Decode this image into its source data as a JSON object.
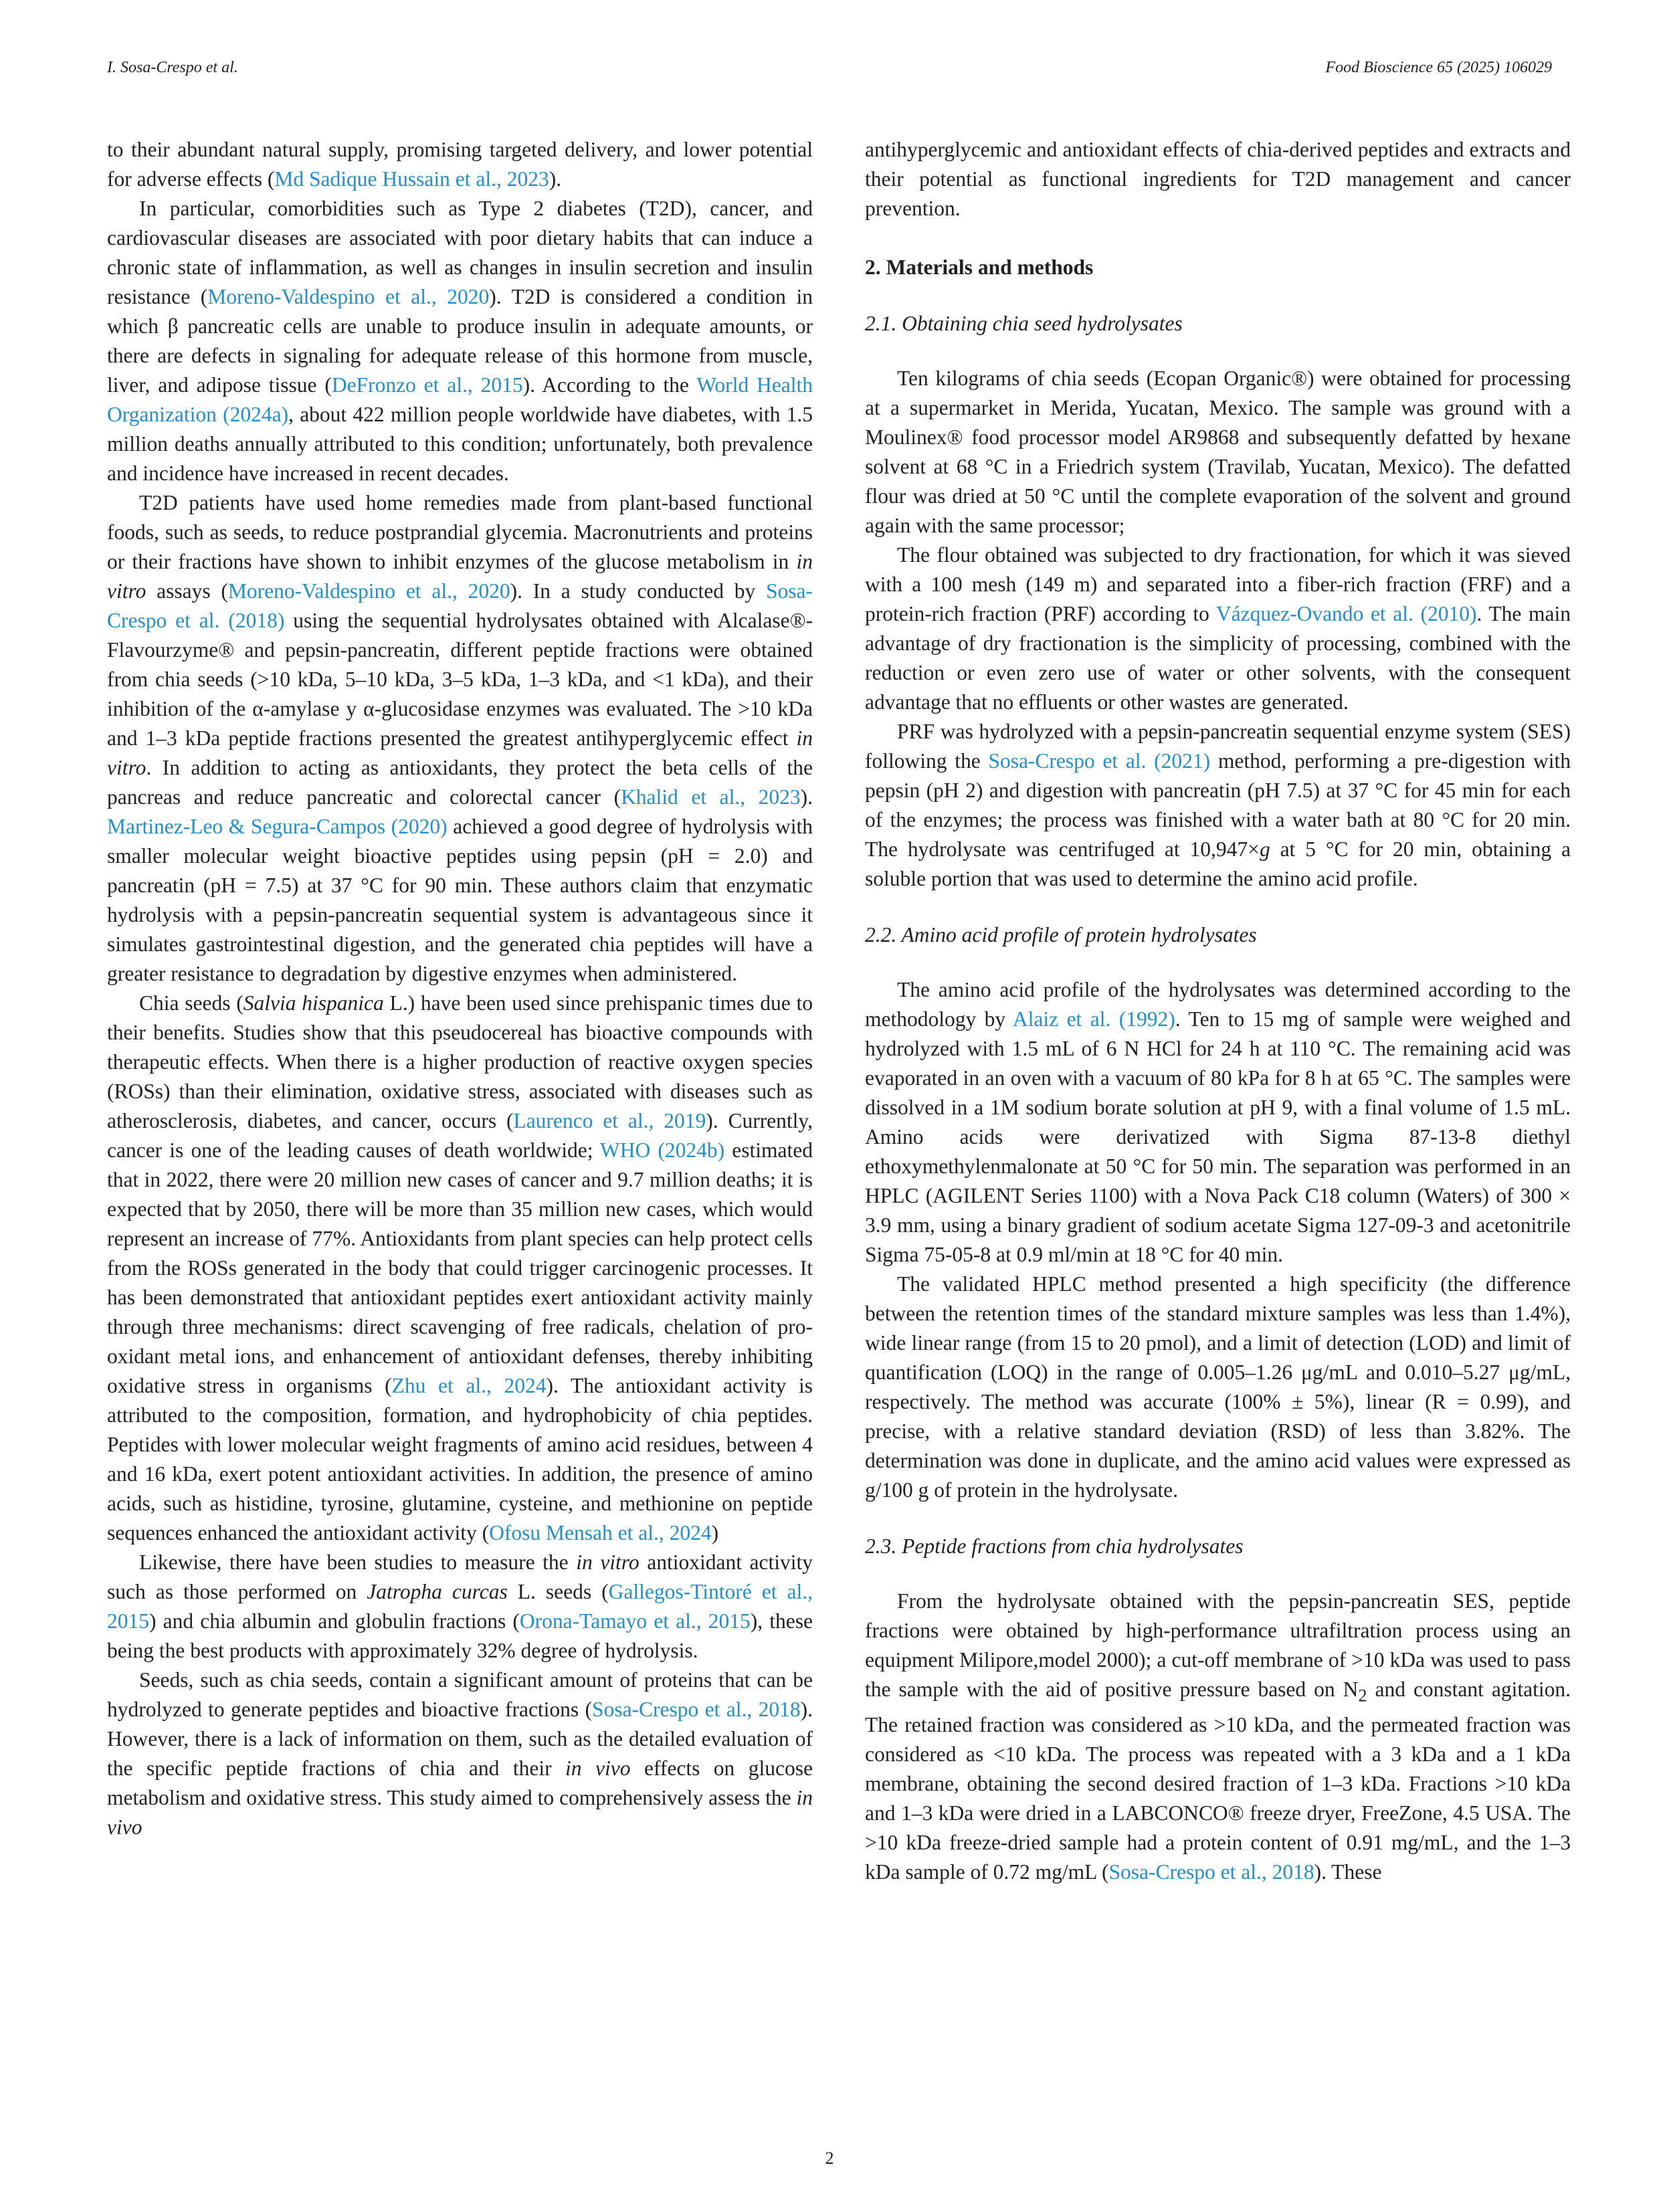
{
  "header": {
    "left": "I. Sosa-Crespo et al.",
    "right": "Food Bioscience 65 (2025) 106029"
  },
  "page_number": "2",
  "left_column": {
    "p1": {
      "t0": "to their abundant natural supply, promising targeted delivery, and lower potential for adverse effects (",
      "l0": "Md Sadique Hussain et al., 2023",
      "t1": ")."
    },
    "p2": {
      "t0": "In particular, comorbidities such as Type 2 diabetes (T2D), cancer, and cardiovascular diseases are associated with poor dietary habits that can induce a chronic state of inflammation, as well as changes in insulin secretion and insulin resistance (",
      "l0": "Moreno-Valdespino et al., 2020",
      "t1": "). T2D is considered a condition in which β pancreatic cells are unable to produce insulin in adequate amounts, or there are defects in signaling for adequate release of this hormone from muscle, liver, and adipose tissue (",
      "l1": "DeFronzo et al., 2015",
      "t2": "). According to the ",
      "l2": "World Health Organization (2024a)",
      "t3": ", about 422 million people worldwide have diabetes, with 1.5 million deaths annually attributed to this condition; unfortunately, both prevalence and incidence have increased in recent decades."
    },
    "p3": {
      "t0": "T2D patients have used home remedies made from plant-based functional foods, such as seeds, to reduce postprandial glycemia. Macronutrients and proteins or their fractions have shown to inhibit enzymes of the glucose metabolism in ",
      "i0": "in vitro",
      "t1": " assays (",
      "l0": "Moreno-Valdespino et al., 2020",
      "t2": "). In a study conducted by ",
      "l1": "Sosa-Crespo et al. (2018)",
      "t3": " using the sequential hydrolysates obtained with Alcalase®-Flavourzyme® and pepsin-pancreatin, different peptide fractions were obtained from chia seeds (>10 kDa, 5–10 kDa, 3–5 kDa, 1–3 kDa, and <1 kDa), and their inhibition of the α-amylase y α-glucosidase enzymes was evaluated. The >10 kDa and 1–3 kDa peptide fractions presented the greatest antihyperglycemic effect ",
      "i1": "in vitro",
      "t4": ". In addition to acting as antioxidants, they protect the beta cells of the pancreas and reduce pancreatic and colorectal cancer (",
      "l2": "Khalid et al., 2023",
      "t5": "). ",
      "l3": "Martinez-Leo & Segura-Campos (2020)",
      "t6": " achieved a good degree of hydrolysis with smaller molecular weight bioactive peptides using pepsin (pH = 2.0) and pancreatin (pH = 7.5) at 37 °C for 90 min. These authors claim that enzymatic hydrolysis with a pepsin-pancreatin sequential system is advantageous since it simulates gastrointestinal digestion, and the generated chia peptides will have a greater resistance to degradation by digestive enzymes when administered."
    },
    "p4": {
      "t0": "Chia seeds (",
      "i0": "Salvia hispanica",
      "t1": " L.) have been used since prehispanic times due to their benefits. Studies show that this pseudocereal has bioactive compounds with therapeutic effects. When there is a higher production of reactive oxygen species (ROSs) than their elimination, oxidative stress, associated with diseases such as atherosclerosis, diabetes, and cancer, occurs (",
      "l0": "Laurenco et al., 2019",
      "t2": "). Currently, cancer is one of the leading causes of death worldwide; ",
      "l1": "WHO (2024b)",
      "t3": " estimated that in 2022, there were 20 million new cases of cancer and 9.7 million deaths; it is expected that by 2050, there will be more than 35 million new cases, which would represent an increase of 77%. Antioxidants from plant species can help protect cells from the ROSs generated in the body that could trigger carcinogenic processes. It has been demonstrated that antioxidant peptides exert antioxidant activity mainly through three mechanisms: direct scavenging of free radicals, chelation of pro-oxidant metal ions, and enhancement of antioxidant defenses, thereby inhibiting oxidative stress in organisms (",
      "l2": "Zhu et al., 2024",
      "t4": "). The antioxidant activity is attributed to the composition, formation, and hydrophobicity of chia peptides. Peptides with lower molecular weight fragments of amino acid residues, between 4 and 16 kDa, exert potent antioxidant activities. In addition, the presence of amino acids, such as histidine, tyrosine, glutamine, cysteine, and methionine on peptide sequences enhanced the antioxidant activity (",
      "l3": "Ofosu Mensah et al., 2024",
      "t5": ")"
    },
    "p5": {
      "t0": "Likewise, there have been studies to measure the ",
      "i0": "in vitro",
      "t1": " antioxidant activity such as those performed on ",
      "i1": "Jatropha curcas",
      "t2": " L. seeds (",
      "l0": "Gallegos-Tintoré et al., 2015",
      "t3": ") and chia albumin and globulin fractions (",
      "l1": "Orona-Tamayo et al., 2015",
      "t4": "), these being the best products with approximately 32% degree of hydrolysis."
    },
    "p6": {
      "t0": "Seeds, such as chia seeds, contain a significant amount of proteins that can be hydrolyzed to generate peptides and bioactive fractions (",
      "l0": "Sosa-Crespo et al., 2018",
      "t1": "). However, there is a lack of information on them, such as the detailed evaluation of the specific peptide fractions of chia and their ",
      "i0": "in vivo",
      "t2": " effects on glucose metabolism and oxidative stress. This study aimed to comprehensively assess the ",
      "i1": "in vivo"
    }
  },
  "right_column": {
    "p0": "antihyperglycemic and antioxidant effects of chia-derived peptides and extracts and their potential as functional ingredients for T2D management and cancer prevention.",
    "h_materials": "2. Materials and methods",
    "h_2_1": "2.1. Obtaining chia seed hydrolysates",
    "p1": "Ten kilograms of chia seeds (Ecopan Organic®) were obtained for processing at a supermarket in Merida, Yucatan, Mexico. The sample was ground with a Moulinex® food processor model AR9868 and subsequently defatted by hexane solvent at 68 °C in a Friedrich system (Travilab, Yucatan, Mexico). The defatted flour was dried at 50 °C until the complete evaporation of the solvent and ground again with the same processor;",
    "p2": {
      "t0": "The flour obtained was subjected to dry fractionation, for which it was sieved with a 100 mesh (149 m) and separated into a fiber-rich fraction (FRF) and a protein-rich fraction (PRF) according to ",
      "l0": "Vázquez-Ovando et al. (2010)",
      "t1": ". The main advantage of dry fractionation is the simplicity of processing, combined with the reduction or even zero use of water or other solvents, with the consequent advantage that no effluents or other wastes are generated."
    },
    "p3": {
      "t0": "PRF was hydrolyzed with a pepsin-pancreatin sequential enzyme system (SES) following the ",
      "l0": "Sosa-Crespo et al. (2021)",
      "t1": " method, performing a pre-digestion with pepsin (pH 2) and digestion with pancreatin (pH 7.5) at 37 °C for 45 min for each of the enzymes; the process was finished with a water bath at 80 °C for 20 min. The hydrolysate was centrifuged at 10,947×",
      "i0": "g",
      "t2": " at 5 °C for 20 min, obtaining a soluble portion that was used to determine the amino acid profile."
    },
    "h_2_2": "2.2. Amino acid profile of protein hydrolysates",
    "p4": {
      "t0": "The amino acid profile of the hydrolysates was determined according to the methodology by ",
      "l0": "Alaiz et al. (1992)",
      "t1": ". Ten to 15 mg of sample were weighed and hydrolyzed with 1.5 mL of 6 N HCl for 24 h at 110 °C. The remaining acid was evaporated in an oven with a vacuum of 80 kPa for 8 h at 65 °C. The samples were dissolved in a 1M sodium borate solution at pH 9, with a final volume of 1.5 mL. Amino acids were derivatized with Sigma 87-13-8 diethyl ethoxymethylenmalonate at 50 °C for 50 min. The separation was performed in an HPLC (AGILENT Series 1100) with a Nova Pack C18 column (Waters) of 300 × 3.9 mm, using a binary gradient of sodium acetate Sigma 127-09-3 and acetonitrile Sigma 75-05-8 at 0.9 ml/min at 18 °C for 40 min."
    },
    "p5": "The validated HPLC method presented a high specificity (the difference between the retention times of the standard mixture samples was less than 1.4%), wide linear range (from 15 to 20 pmol), and a limit of detection (LOD) and limit of quantification (LOQ) in the range of 0.005–1.26 μg/mL and 0.010–5.27 μg/mL, respectively. The method was accurate (100% ± 5%), linear (R = 0.99), and precise, with a relative standard deviation (RSD) of less than 3.82%. The determination was done in duplicate, and the amino acid values were expressed as g/100 g of protein in the hydrolysate.",
    "h_2_3": "2.3. Peptide fractions from chia hydrolysates",
    "p6": {
      "t0": "From the hydrolysate obtained with the pepsin-pancreatin SES, peptide fractions were obtained by high-performance ultrafiltration process using an equipment Milipore,model 2000); a cut-off membrane of >10 kDa was used to pass the sample with the aid of positive pressure based on N",
      "sub0": "2",
      "t1": " and constant agitation. The retained fraction was considered as >10 kDa, and the permeated fraction was considered as <10 kDa. The process was repeated with a 3 kDa and a 1 kDa membrane, obtaining the second desired fraction of 1–3 kDa. Fractions >10 kDa and 1–3 kDa were dried in a LABCONCO® freeze dryer, FreeZone, 4.5 USA. The >10 kDa freeze-dried sample had a protein content of 0.91 mg/mL, and the 1–3 kDa sample of 0.72 mg/mL (",
      "l0": "Sosa-Crespo et al., 2018",
      "t2": "). These"
    }
  }
}
